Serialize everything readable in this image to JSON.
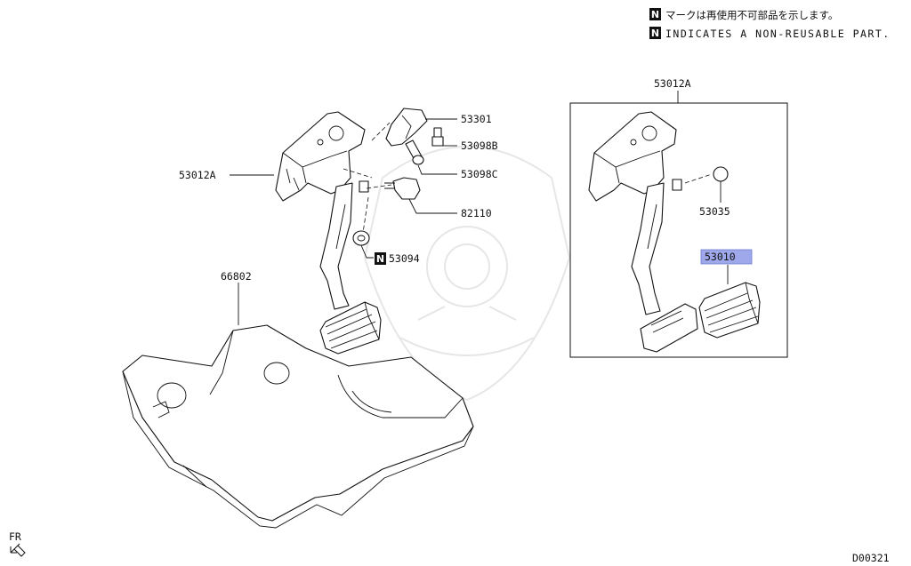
{
  "legend": {
    "badge": "N",
    "line_jp": "マークは再使用不可部品を示します。",
    "line_en": "INDICATES A NON-REUSABLE PART."
  },
  "parts": {
    "bracket_left": "53012A",
    "bracket_assembly_box": "53012A",
    "p53301": "53301",
    "p53098b": "53098B",
    "p53098c": "53098C",
    "p82110": "82110",
    "p53094": "53094",
    "p53094_badge": "N",
    "p66802": "66802",
    "p53035": "53035",
    "p53010": "53010"
  },
  "highlight_color": "#9ea8ea",
  "footer": {
    "direction": "FR",
    "diagram_code": "D00321"
  }
}
